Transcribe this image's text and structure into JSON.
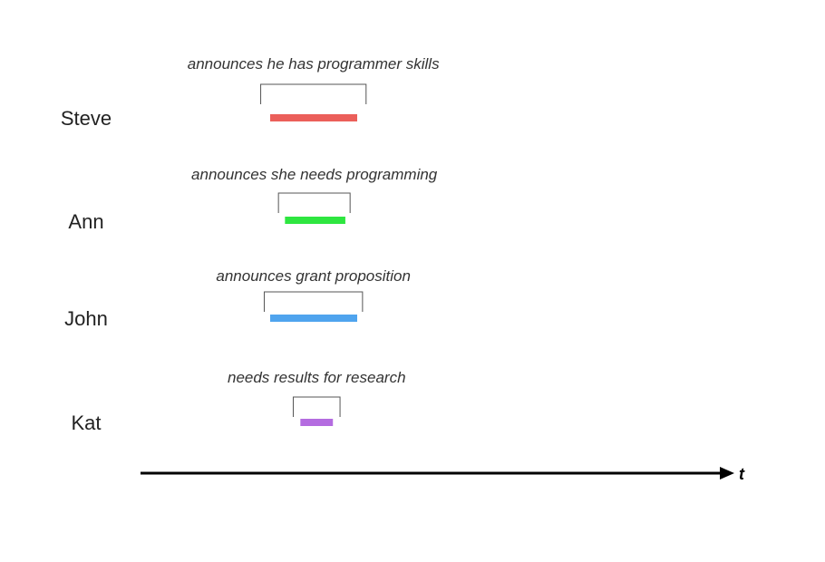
{
  "timeline": {
    "axis_label": "t",
    "axis_color": "#000000",
    "rows": [
      {
        "name": "Steve",
        "annotation": "announces he has programmer skills",
        "color": "#eb5f5a",
        "bracket": [
          0.203,
          0.381
        ],
        "bar": [
          0.219,
          0.366
        ]
      },
      {
        "name": "Ann",
        "annotation": "announces she needs programming",
        "color": "#2ee640",
        "bracket": [
          0.233,
          0.354
        ],
        "bar": [
          0.244,
          0.346
        ]
      },
      {
        "name": "John",
        "annotation": "announces grant proposition",
        "color": "#4fa4ee",
        "bracket": [
          0.209,
          0.375
        ],
        "bar": [
          0.219,
          0.366
        ]
      },
      {
        "name": "Kat",
        "annotation": "needs results for research",
        "color": "#b46ce0",
        "bracket": [
          0.258,
          0.337
        ],
        "bar": [
          0.27,
          0.325
        ]
      }
    ]
  }
}
